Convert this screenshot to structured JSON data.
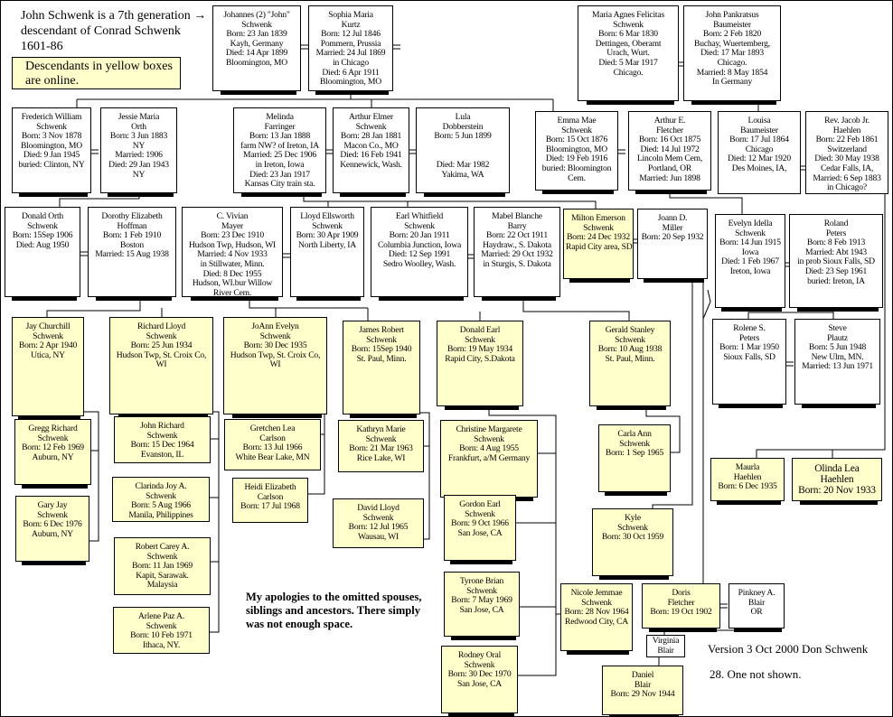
{
  "header_note": [
    "John Schwenk is a 7th generation  →",
    "descendant of Conrad Schwenk",
    "1601-86"
  ],
  "online_note": [
    "Descendants in yellow boxes",
    "are online."
  ],
  "apology": [
    "My apologies to the omitted spouses,",
    "siblings and ancestors. There simply",
    "was not enough space."
  ],
  "version": "Version 3 Oct 2000 Don Schwenk",
  "not_shown": "28. One not shown.",
  "colors": {
    "online": "#ffffcc",
    "offline": "#ffffff"
  },
  "people": [
    {
      "online": false,
      "lines": [
        "Johannes (2) \"John\"",
        "Schwenk",
        "Born: 23 Jan 1839",
        "Kayh, Germany",
        "Died: 14 Apr 1899",
        "Bloomington, MO"
      ]
    },
    {
      "online": false,
      "lines": [
        "Sophia Maria",
        "Kurtz",
        "Born: 12 Jul 1846",
        "Pommern, Prussia",
        "Married: 24 Jul 1869",
        "in Chicago",
        "Died: 6 Apr 1911",
        "Bloomington, MO"
      ]
    },
    {
      "online": false,
      "lines": [
        "Maria Agnes Felicitas",
        "Schwenk",
        "Born: 6 Mar 1830",
        "Dettingen, Oberamt",
        "Urach, Wurt.",
        "Died: 5 Mar 1917",
        "Chicago."
      ]
    },
    {
      "online": false,
      "lines": [
        "John Pankratsus",
        "Baumeister",
        "Born: 2 Feb 1820",
        "Buchay,  Wuertemberg,",
        "Died: 17 Mar 1893",
        "Chicago.",
        "Married: 8 May 1854",
        "In Germany"
      ]
    },
    {
      "online": false,
      "lines": [
        "Frederich William",
        "Schwenk",
        "Born: 3 Nov 1878",
        "Bloomington, MO",
        "Died: 9 Jan 1945",
        "buried: Clinton, NY"
      ]
    },
    {
      "online": false,
      "lines": [
        "Jessie Maria",
        "Orth",
        "Born: 3 Jun 1883",
        "NY",
        "Married: 1906",
        "Died: 29 Jan 1943",
        "NY"
      ]
    },
    {
      "online": false,
      "lines": [
        "Melinda",
        "Farringer",
        "Born: 13 Jan 1888",
        "farm NW? of Ireton, IA",
        "Married: 25 Dec 1906",
        "in Ireton, Iowa",
        "Died: 23 Jan 1917",
        "Kansas City train sta."
      ]
    },
    {
      "online": false,
      "lines": [
        "Arthur Elmer",
        "Schwenk",
        "Born: 28 Jan 1881",
        "Macon Co., MO",
        "Died: 16 Feb 1941",
        "Kennewick, Wash."
      ]
    },
    {
      "online": false,
      "lines": [
        "Lula",
        "Dobberstein",
        "Born: 5 Jun 1899",
        "",
        "",
        "Died: Mar 1982",
        "Yakima, WA"
      ]
    },
    {
      "online": false,
      "lines": [
        "Emma Mae",
        "Schwenk",
        "Born: 15 Oct 1876",
        "Bloomington, MO",
        "Died: 19 Feb 1916",
        "buried: Bloomington",
        "Cem."
      ]
    },
    {
      "online": false,
      "lines": [
        "Arthur E.",
        "Fletcher",
        "Born: 16 Oct 1875",
        "Died: 14 Jul 1972",
        "Lincoln Mem Cem,",
        "Portland, OR",
        "Married: Jun 1898"
      ]
    },
    {
      "online": false,
      "lines": [
        "Louisa",
        "Baumeister",
        "Born: 17 Jul 1864",
        "Chicago",
        "Died: 12 Mar 1920",
        "Des Moines, IA,"
      ]
    },
    {
      "online": false,
      "lines": [
        "Rev. Jacob Jr.",
        "Haehlen",
        "Born: 22 Feb 1861",
        "Switzerland",
        "Died: 30 May 1938",
        "Cedar Falls, IA,",
        "Married: 6 Sep 1883",
        "in Chicago?"
      ]
    },
    {
      "online": false,
      "lines": [
        "Donald Orth",
        "Schwenk",
        "Born: 15Sep 1906",
        "Died: Aug 1950"
      ]
    },
    {
      "online": false,
      "lines": [
        "Dorothy Elizabeth",
        "Hoffman",
        "Born: 1 Feb 1910",
        "Boston",
        "Married: 15 Aug 1938"
      ]
    },
    {
      "online": false,
      "lines": [
        "C. Vivian",
        "Mayer",
        "Born: 23 Dec 1910",
        "Hudson Twp, Hudson, WI",
        "Married: 4 Nov 1933",
        "in Stillwater, Minn.",
        "Died: 8 Dec 1955",
        "Hudson, WI.bur Willow",
        "River Cem."
      ]
    },
    {
      "online": false,
      "lines": [
        "Lloyd Ellsworth",
        "Schwenk",
        "Born: 30 Apr 1909",
        "North Liberty, IA"
      ]
    },
    {
      "online": false,
      "lines": [
        "Earl Whitfield",
        "Schwenk",
        "Born: 20 Jan 1911",
        "Columbia Junction, Iowa",
        "Died: 12 Sep 1991",
        "Sedro Woolley, Wash."
      ]
    },
    {
      "online": false,
      "lines": [
        "Mabel Blanche",
        "Barry",
        "Born: 22 Oct 1911",
        "Haydraw., S. Dakota",
        "Married: 29 Oct 1932",
        "in Sturgis, S. Dakota"
      ]
    },
    {
      "online": true,
      "lines": [
        "Milton Emerson",
        "Schwenk",
        "Born: 24 Dec 1932",
        "Rapid City area, SD"
      ]
    },
    {
      "online": false,
      "lines": [
        "Joann D.",
        "Miller",
        "Born: 20 Sep 1932"
      ]
    },
    {
      "online": false,
      "lines": [
        "Evelyn Idella",
        "Schwenk",
        "Born: 14 Jun 1915",
        "Iowa",
        "Died: 1 Feb 1967",
        "Ireton, Iowa"
      ]
    },
    {
      "online": false,
      "lines": [
        "Roland",
        "Peters",
        "Born: 8 Feb 1913",
        "Married: Abt 1943",
        "in prob Sioux Falls, SD",
        "Died: 23 Sep 1961",
        "buried: Ireton, IA"
      ]
    },
    {
      "online": true,
      "lines": [
        "Jay Churchill",
        "Schwenk",
        "Born: 2 Apr 1940",
        "Utica, NY"
      ]
    },
    {
      "online": true,
      "lines": [
        "Richard Lloyd",
        "Schwenk",
        "Born: 25 Jun 1934",
        "Hudson Twp, St. Croix Co,",
        "WI"
      ]
    },
    {
      "online": true,
      "lines": [
        "JoAnn Evelyn",
        "Schwenk",
        "Born: 30 Dec 1935",
        "Hudson Twp, St. Croix Co,",
        "WI"
      ]
    },
    {
      "online": true,
      "lines": [
        "James Robert",
        "Schwenk",
        "Born: 15Sep 1940",
        "St. Paul, Minn."
      ]
    },
    {
      "online": true,
      "lines": [
        "Donald Earl",
        "Schwenk",
        "Born: 19 May 1934",
        "Rapid City, S.Dakota"
      ]
    },
    {
      "online": true,
      "lines": [
        "Gerald Stanley",
        "Schwenk",
        "Born: 10 Aug 1938",
        "St. Paul, Minn."
      ]
    },
    {
      "online": false,
      "lines": [
        "Rolene S.",
        "Peters",
        "Born: 1 Mar 1950",
        "Sioux Falls, SD"
      ]
    },
    {
      "online": false,
      "lines": [
        "Steve",
        "Plautz",
        "Born: 5 Jun 1948",
        "New Ulm, MN.",
        "Married: 13 Jun 1971"
      ]
    },
    {
      "online": true,
      "lines": [
        "Gregg Richard",
        "Schwenk",
        "Born: 12 Feb 1969",
        "Auburn, NY"
      ]
    },
    {
      "online": true,
      "lines": [
        "Gary Jay",
        "Schwenk",
        "Born: 6 Dec 1976",
        "Auburn, NY"
      ]
    },
    {
      "online": true,
      "lines": [
        "John Richard",
        "Schwenk",
        "Born: 15 Dec 1964",
        "Evanston, IL"
      ]
    },
    {
      "online": true,
      "lines": [
        "Clarinda Joy A.",
        "Schwenk",
        "Born: 5 Aug 1966",
        "Manila, Philippines"
      ]
    },
    {
      "online": true,
      "lines": [
        "Robert Carey A.",
        "Schwenk",
        "Born: 11 Jan 1969",
        "Kapit, Sarawak.",
        "Malaysia"
      ]
    },
    {
      "online": true,
      "lines": [
        "Arlene Paz A.",
        "Schwenk",
        "Born: 10 Feb 1971",
        "Ithaca, NY."
      ]
    },
    {
      "online": true,
      "lines": [
        "Gretchen Lea",
        "Carlson",
        "Born: 13 Jul 1966",
        "White Bear Lake, MN"
      ]
    },
    {
      "online": true,
      "lines": [
        "Heidi Elizabeth",
        "Carlson",
        "Born: 17 Jul 1968"
      ]
    },
    {
      "online": true,
      "lines": [
        "Kathryn Marie",
        "Schwenk",
        "Born: 21 Mar 1963",
        "Rice Lake, WI"
      ]
    },
    {
      "online": true,
      "lines": [
        "David Lloyd",
        "Schwenk",
        "Born: 12 Jul 1965",
        "Wausau, WI"
      ]
    },
    {
      "online": true,
      "lines": [
        "Christine Margarete",
        "Schwenk",
        "Born: 4 Aug 1955",
        "Frankfurt, a/M Germany"
      ]
    },
    {
      "online": true,
      "lines": [
        "Gordon Earl",
        "Schwenk",
        "Born: 9 Oct 1966",
        "San Jose, CA"
      ]
    },
    {
      "online": true,
      "lines": [
        "Tyrone Brian",
        "Schwenk",
        "Born: 7 May 1969",
        "San Jose, CA"
      ]
    },
    {
      "online": true,
      "lines": [
        "Rodney Oral",
        "Schwenk",
        "Born: 30 Dec 1970",
        "San Jose, CA"
      ]
    },
    {
      "online": true,
      "lines": [
        "Carla Ann",
        "Schwenk",
        "Born: 1 Sep 1965"
      ]
    },
    {
      "online": true,
      "lines": [
        "Kyle",
        "Schwenk",
        "Born: 30 Oct 1959"
      ]
    },
    {
      "online": true,
      "lines": [
        "Nicole Jemmae",
        "Schwenk",
        "Born: 28 Nov 1964",
        "Redwood City, CA"
      ]
    },
    {
      "online": true,
      "lines": [
        "Doris",
        "Fletcher",
        "Born: 19 Oct 1902"
      ]
    },
    {
      "online": false,
      "lines": [
        "Pinkney A.",
        "Blair",
        "OR"
      ]
    },
    {
      "online": false,
      "lines": [
        "Virginia",
        "Blair"
      ]
    },
    {
      "online": true,
      "lines": [
        "Daniel",
        "Blair",
        "Born: 29 Nov 1944"
      ]
    },
    {
      "online": true,
      "lines": [
        "Maurla",
        "Haehlen",
        "Born: 6 Dec 1935"
      ]
    },
    {
      "online": true,
      "lines": [
        "Olinda Lea",
        "Haehlen",
        "Born: 20 Nov 1933"
      ]
    }
  ]
}
